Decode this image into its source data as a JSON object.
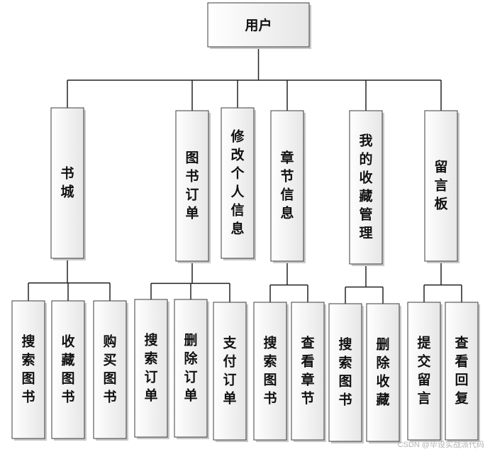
{
  "root": {
    "label": "用户"
  },
  "modules": [
    {
      "label": "书城",
      "children": [
        "搜索图书",
        "收藏图书",
        "购买图书"
      ]
    },
    {
      "label": "图书订单",
      "children": [
        "搜索订单",
        "删除订单",
        "支付订单"
      ]
    },
    {
      "label": "修改个人信息",
      "children": []
    },
    {
      "label": "章节信息",
      "children": [
        "搜索图书",
        "查看章节"
      ]
    },
    {
      "label": "我的收藏管理",
      "children": [
        "搜索图书",
        "删除收藏"
      ]
    },
    {
      "label": "留言板",
      "children": [
        "提交留言",
        "查看回复"
      ]
    }
  ],
  "watermark": "CSDN @毕设实战派代码"
}
